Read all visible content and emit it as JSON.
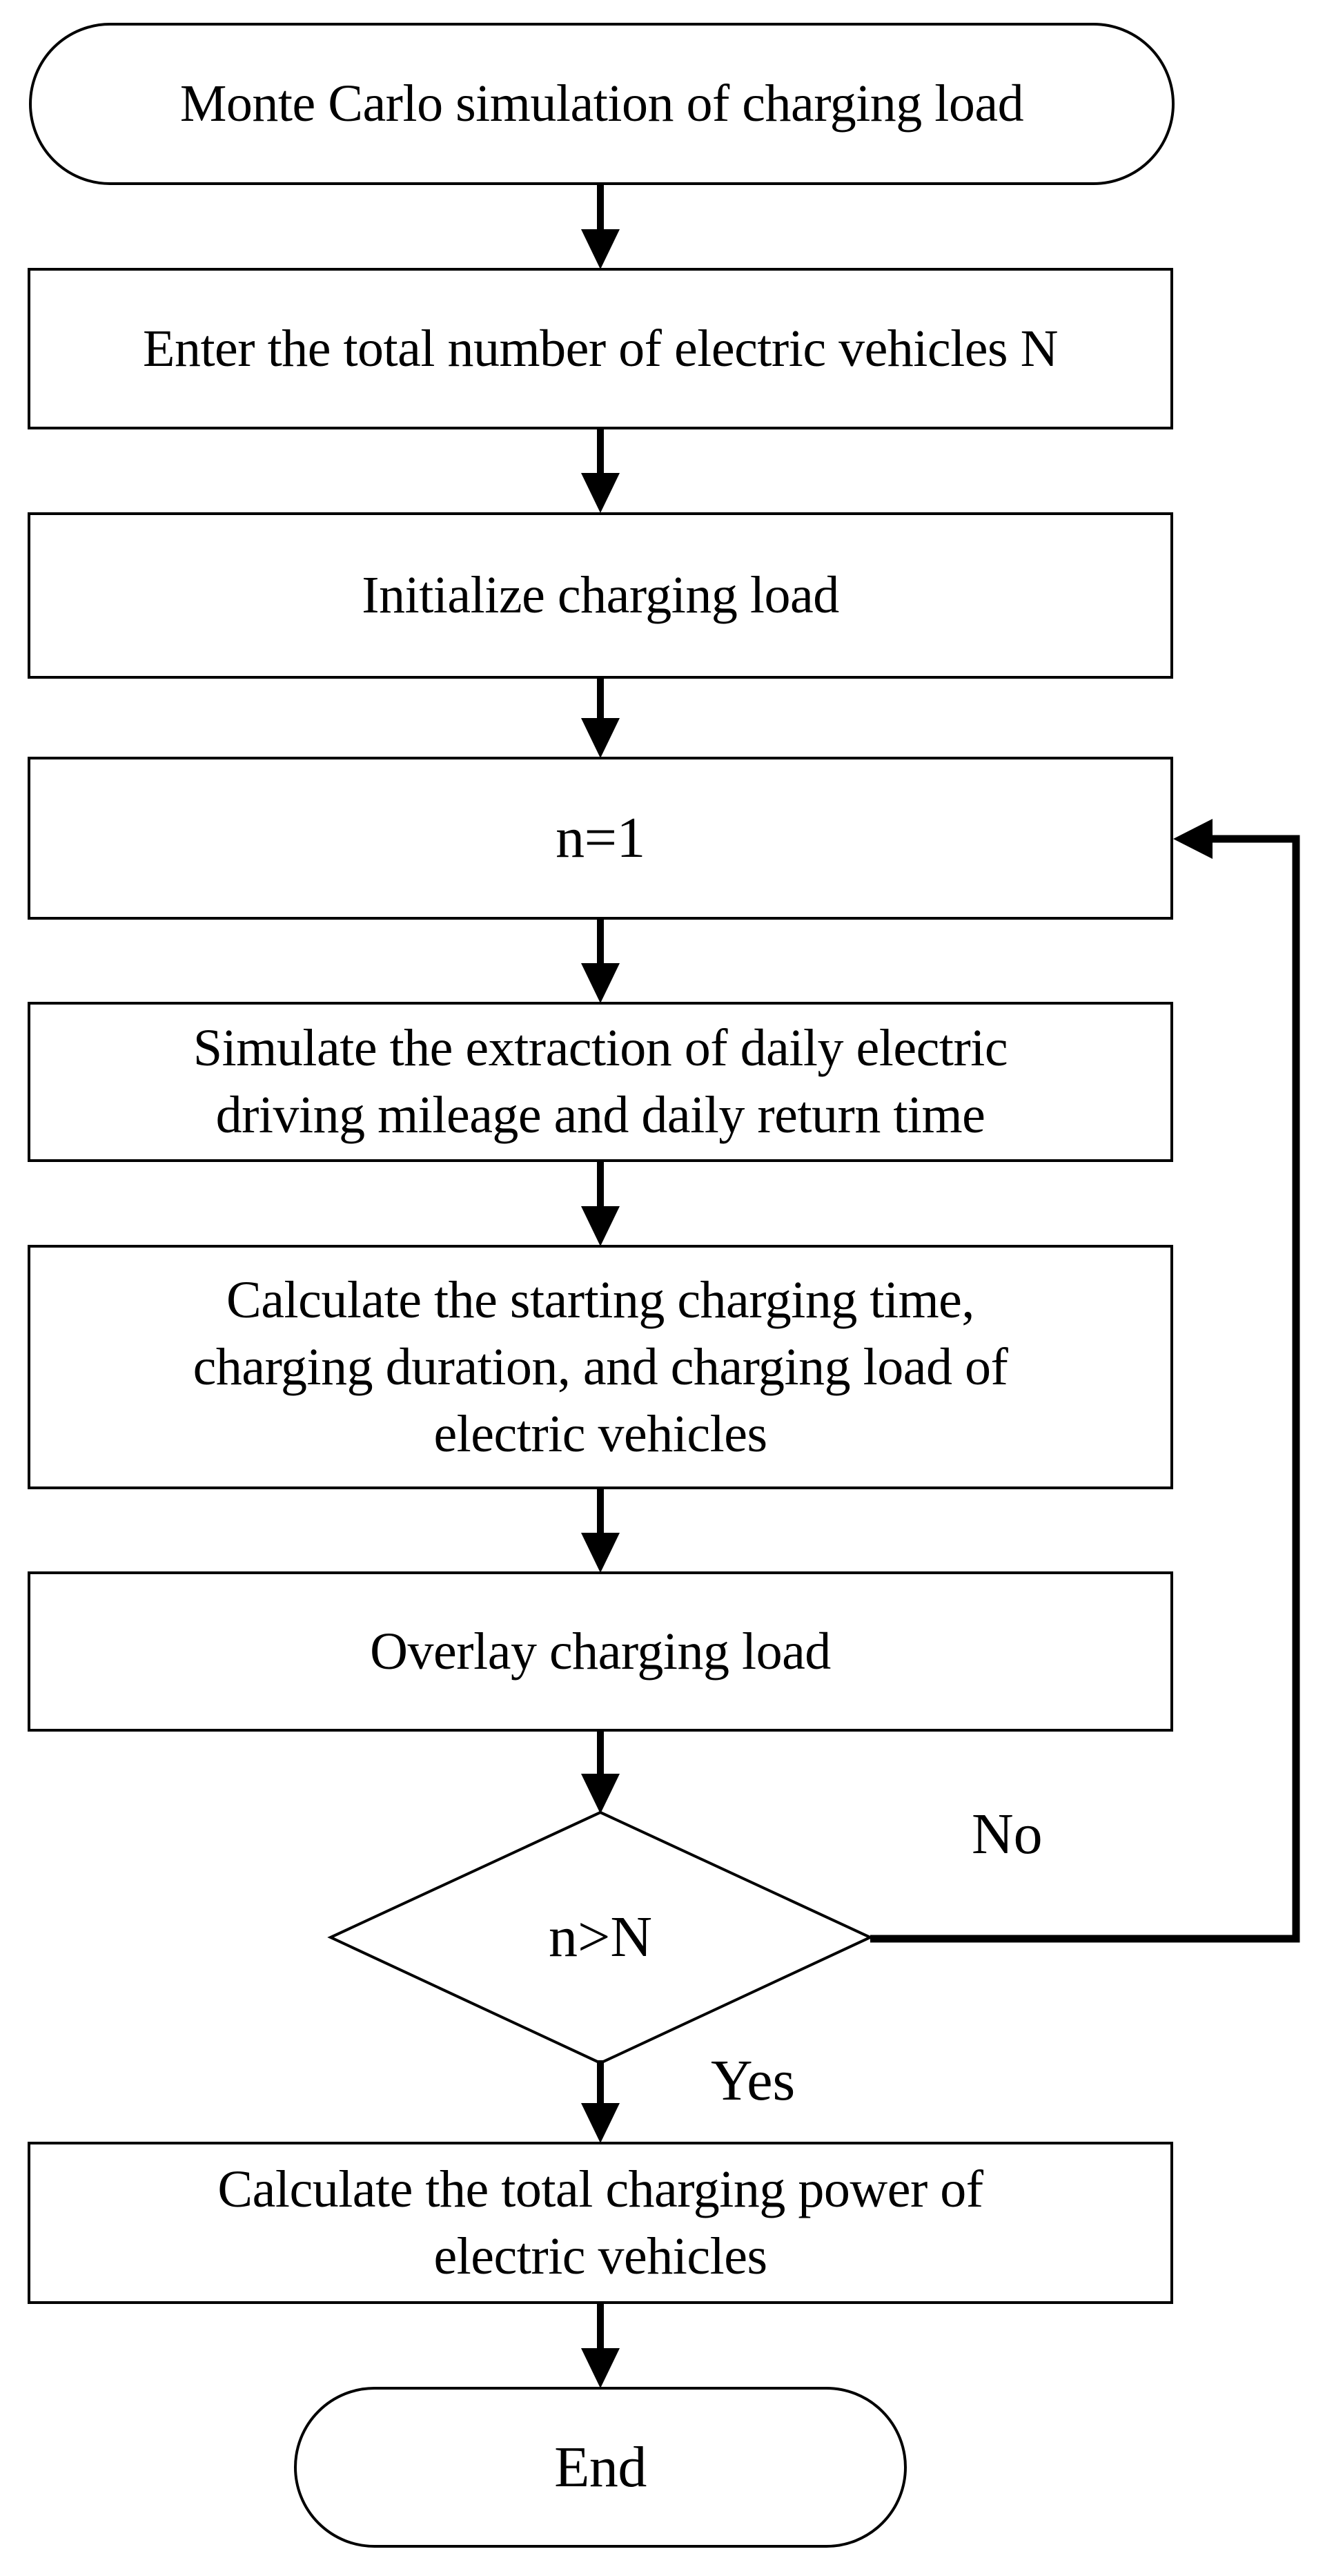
{
  "flowchart": {
    "title": "Monte Carlo charging load flowchart",
    "colors": {
      "stroke": "#000000",
      "background": "#ffffff"
    },
    "nodes": {
      "start": {
        "type": "terminal",
        "label": "Monte Carlo simulation of charging load"
      },
      "enter_total": {
        "type": "process",
        "label": "Enter the total number of electric vehicles N"
      },
      "initialize": {
        "type": "process",
        "label": "Initialize charging load"
      },
      "n_equals_1": {
        "type": "process",
        "label": "n=1"
      },
      "simulate": {
        "type": "process",
        "label": "Simulate the extraction of daily electric\ndriving mileage and daily return time"
      },
      "calc_start_time": {
        "type": "process",
        "label": "Calculate the starting charging time,\ncharging duration, and charging load of\nelectric vehicles"
      },
      "overlay": {
        "type": "process",
        "label": "Overlay charging load"
      },
      "decision": {
        "type": "decision",
        "label": "n>N"
      },
      "calc_total_power": {
        "type": "process",
        "label": "Calculate the total charging power of\nelectric vehicles"
      },
      "end": {
        "type": "terminal",
        "label": "End"
      }
    },
    "edges": {
      "no_label": "No",
      "yes_label": "Yes"
    }
  }
}
